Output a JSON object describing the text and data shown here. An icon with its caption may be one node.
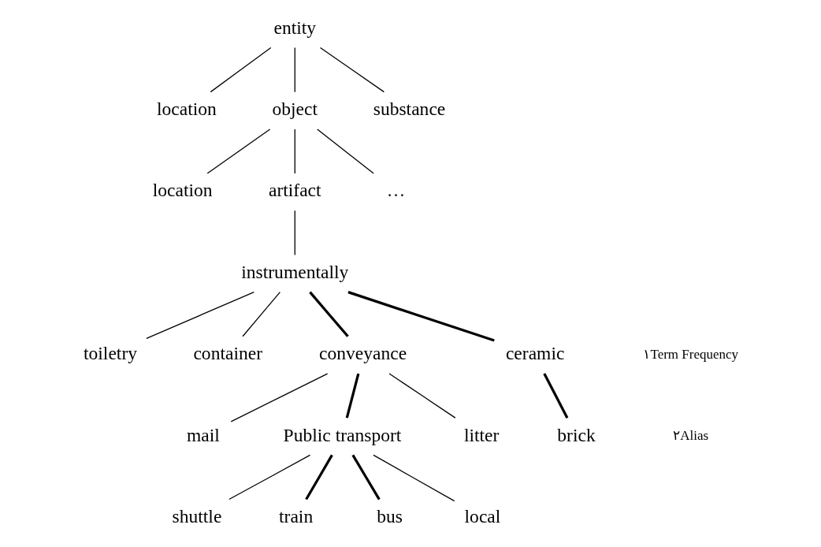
{
  "diagram": {
    "nodes": [
      {
        "text": [
          "entity"
        ]
      },
      {
        "text": [
          "location"
        ]
      },
      {
        "text": [
          "object"
        ]
      },
      {
        "text": [
          "substance"
        ]
      },
      {
        "text": [
          "location"
        ]
      },
      {
        "text": [
          "artifact"
        ]
      },
      {
        "text": [
          "…"
        ]
      },
      {
        "text": [
          "instrumentally"
        ]
      },
      {
        "text": [
          "toiletry"
        ]
      },
      {
        "text": [
          "container"
        ]
      },
      {
        "text": [
          "conveyance"
        ]
      },
      {
        "text": [
          "ceramic"
        ]
      },
      {
        "text": [
          "brick"
        ]
      },
      {
        "text": [
          "mail"
        ]
      },
      {
        "text": [
          "Public transport"
        ]
      },
      {
        "text": [
          "litter"
        ]
      },
      {
        "text": [
          "shuttle"
        ]
      },
      {
        "text": [
          "train"
        ]
      },
      {
        "text": [
          "bus"
        ]
      },
      {
        "text": [
          "local"
        ]
      }
    ],
    "edges": [
      {
        "from": 0,
        "to": 1,
        "arrow": "none"
      },
      {
        "from": 0,
        "to": 2,
        "arrow": "none"
      },
      {
        "from": 0,
        "to": 3,
        "arrow": "none"
      },
      {
        "from": 2,
        "to": 4,
        "arrow": "none"
      },
      {
        "from": 2,
        "to": 5,
        "arrow": "none"
      },
      {
        "from": 2,
        "to": 6,
        "arrow": "none"
      },
      {
        "from": 5,
        "to": 7,
        "arrow": "none"
      },
      {
        "from": 7,
        "to": 8,
        "arrow": "none"
      },
      {
        "from": 7,
        "to": 9,
        "arrow": "none"
      },
      {
        "from": 7,
        "to": 10,
        "arrow": "none",
        "style": "thick"
      },
      {
        "from": 7,
        "to": 11,
        "arrow": "none",
        "style": "thick"
      },
      {
        "from": 11,
        "to": 12,
        "arrow": "none",
        "style": "thick"
      },
      {
        "from": 10,
        "to": 13,
        "arrow": "none"
      },
      {
        "from": 10,
        "to": 14,
        "arrow": "none",
        "style": "thick"
      },
      {
        "from": 10,
        "to": 15,
        "arrow": "none"
      },
      {
        "from": 14,
        "to": 16,
        "arrow": "none"
      },
      {
        "from": 14,
        "to": 17,
        "arrow": "none",
        "style": "thick"
      },
      {
        "from": 14,
        "to": 18,
        "arrow": "none",
        "style": "thick"
      },
      {
        "from": 14,
        "to": 19,
        "arrow": "none"
      }
    ],
    "labels": [
      "۱Term Frequency",
      "۲Alias"
    ]
  }
}
